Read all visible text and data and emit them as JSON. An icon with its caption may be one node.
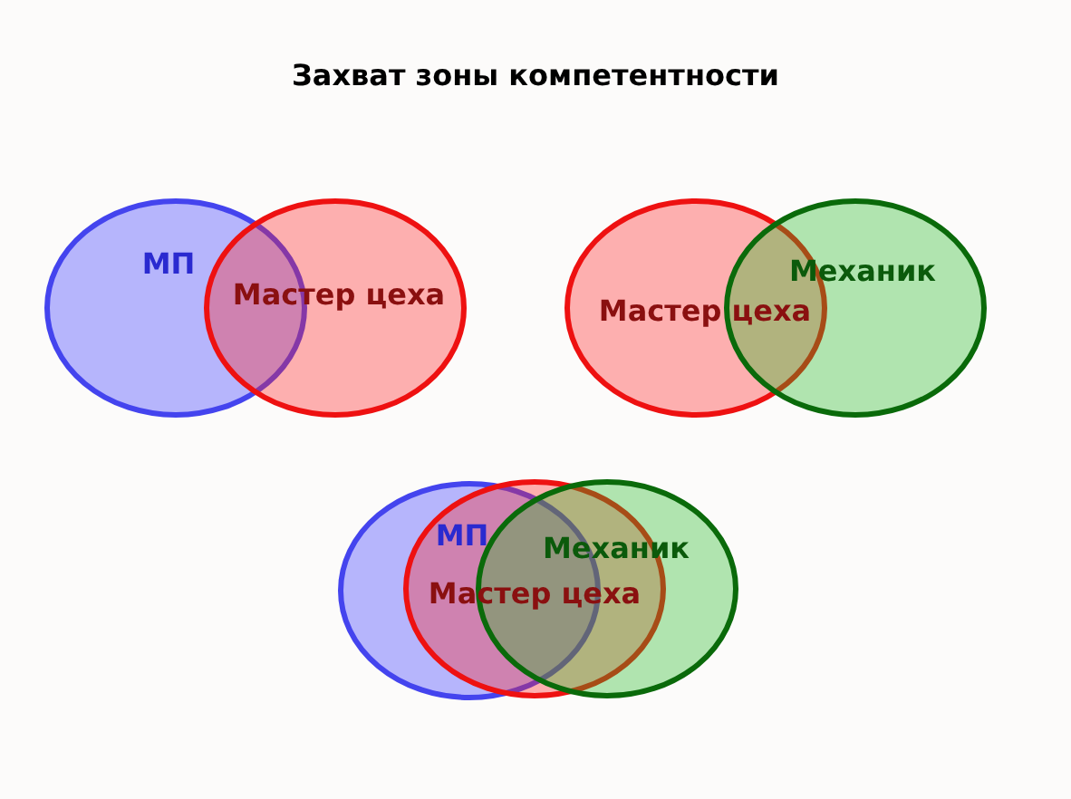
{
  "diagram": {
    "title": "Захват зоны компетентности",
    "nodes": [
      {
        "text": [
          "МП"
        ]
      },
      {
        "text": [
          "Мастер цеха"
        ]
      },
      {
        "text": [
          "Мастер цеха"
        ]
      },
      {
        "text": [
          "Механик"
        ]
      },
      {
        "text": [
          "МП"
        ]
      },
      {
        "text": [
          "Мастер цеха"
        ]
      },
      {
        "text": [
          "Механик"
        ]
      }
    ]
  }
}
